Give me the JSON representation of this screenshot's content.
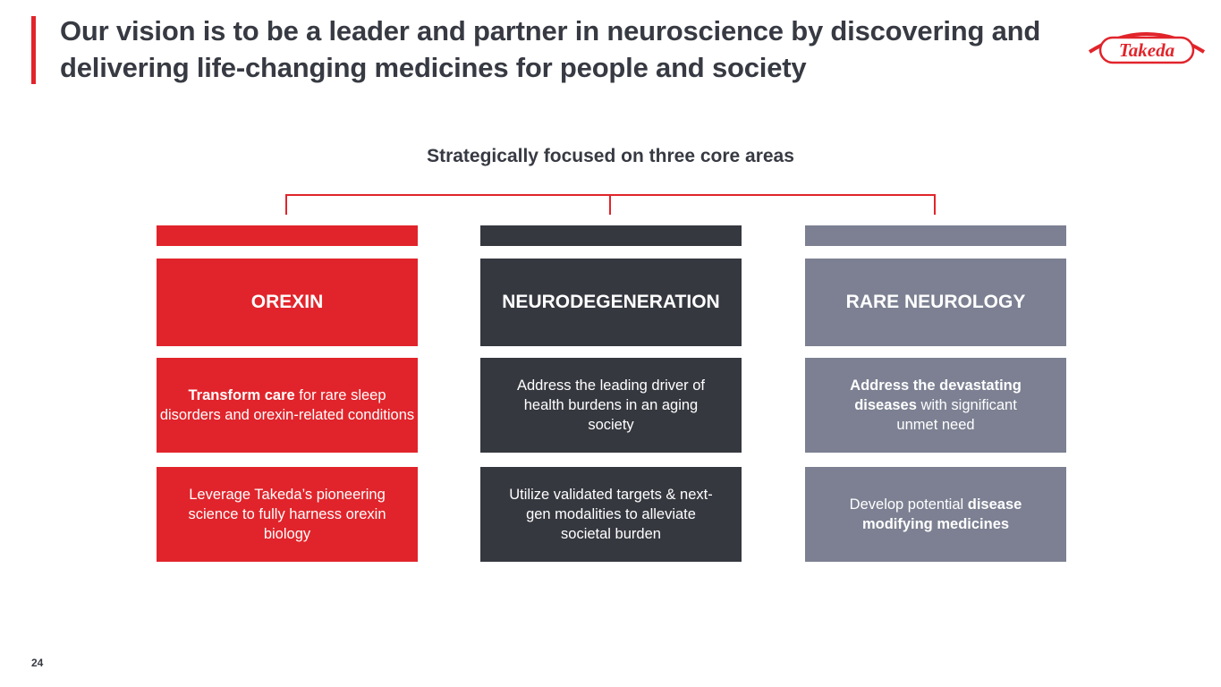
{
  "header": {
    "title": "Our vision is to be a leader and partner in neuroscience by discovering and delivering life-changing medicines for people and society",
    "logo_text": "Takeda",
    "brand_color": "#e1242b"
  },
  "subtitle": "Strategically focused on three core areas",
  "areas": [
    {
      "name": "OREXIN",
      "color": "#e1242b",
      "box1": {
        "bold": "Transform care",
        "rest": " for rare sleep disorders and orexin-related conditions"
      },
      "box2": {
        "pre": "Leverage Takeda’s pioneering science to fully harness orexin biology",
        "bold": ""
      }
    },
    {
      "name": "NEURODEGENERATION",
      "color": "#363840",
      "box1": {
        "bold": "",
        "rest": "Address the leading driver of health burdens in an aging society"
      },
      "box2": {
        "pre": "Utilize validated targets & next-gen modalities to alleviate societal burden",
        "bold": ""
      }
    },
    {
      "name": "RARE NEUROLOGY",
      "color": "#7c8092",
      "box1": {
        "bold": "Address the devastating diseases",
        "rest": " with significant unmet need"
      },
      "box2": {
        "pre": "Develop potential ",
        "bold": "disease modifying medicines"
      }
    }
  ],
  "footer": {
    "page_number": "24"
  }
}
